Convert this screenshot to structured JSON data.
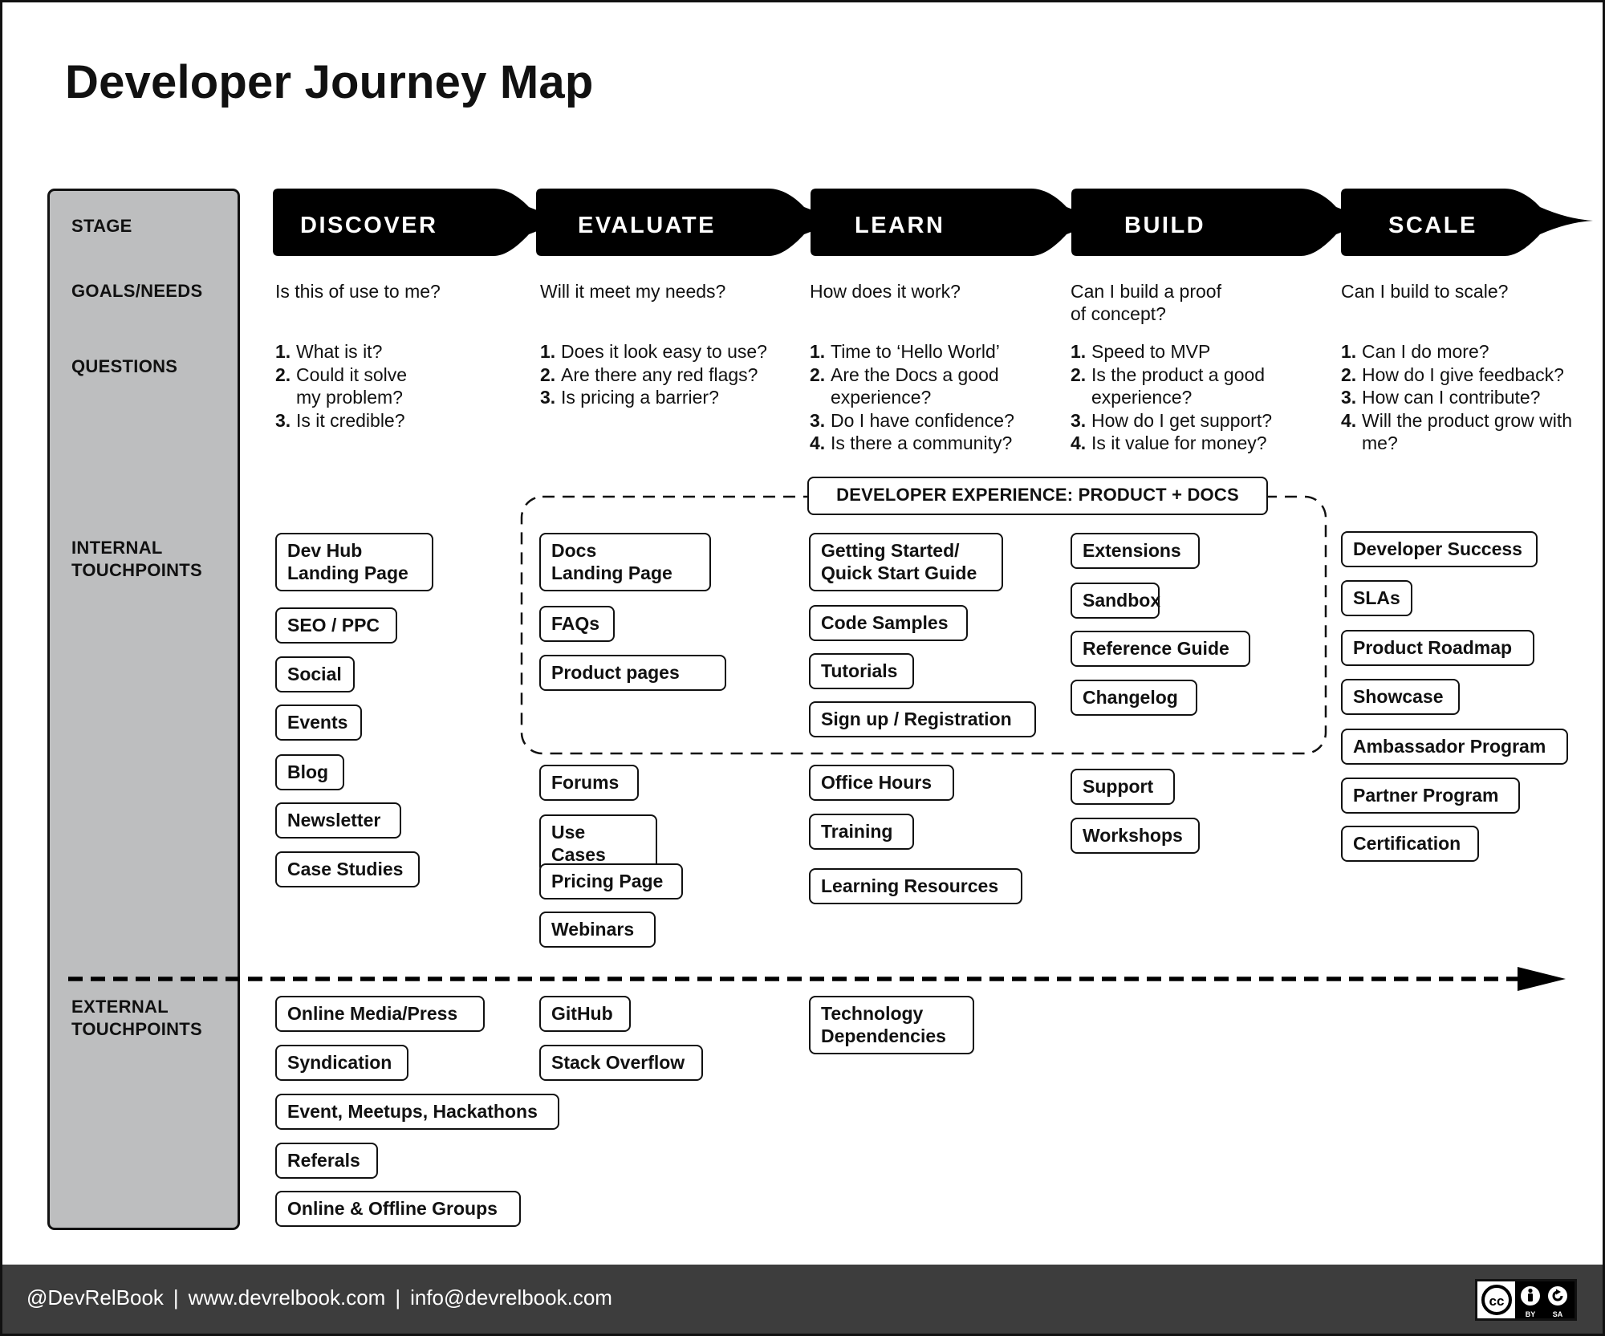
{
  "title": "Developer Journey Map",
  "rows": {
    "stage": "STAGE",
    "goals": "GOALS/NEEDS",
    "questions": "QUESTIONS",
    "internal": "INTERNAL\nTOUCHPOINTS",
    "external": "EXTERNAL\nTOUCHPOINTS"
  },
  "stages": [
    "DISCOVER",
    "EVALUATE",
    "LEARN",
    "BUILD",
    "SCALE"
  ],
  "goals": [
    "Is this of use to me?",
    "Will it meet my needs?",
    "How does it work?",
    "Can I build a proof\nof concept?",
    "Can I build to scale?"
  ],
  "questions": [
    [
      {
        "n": "1.",
        "t": "What is it?"
      },
      {
        "n": "2.",
        "t": "Could it solve my problem?"
      },
      {
        "n": "3.",
        "t": "Is it credible?"
      }
    ],
    [
      {
        "n": "1.",
        "t": "Does it look easy to use?"
      },
      {
        "n": "2.",
        "t": "Are there any red flags?"
      },
      {
        "n": "3.",
        "t": "Is pricing a barrier?"
      }
    ],
    [
      {
        "n": "1.",
        "t": "Time to ‘Hello World’"
      },
      {
        "n": "2.",
        "t": "Are the Docs a good experience?"
      },
      {
        "n": "3.",
        "t": "Do I have confidence?"
      },
      {
        "n": "4.",
        "t": "Is there a community?"
      }
    ],
    [
      {
        "n": "1.",
        "t": "Speed to MVP"
      },
      {
        "n": "2.",
        "t": "Is the product a good experience?"
      },
      {
        "n": "3.",
        "t": "How do I get support?"
      },
      {
        "n": "4.",
        "t": "Is it value for money?"
      }
    ],
    [
      {
        "n": "1.",
        "t": "Can I do more?"
      },
      {
        "n": "2.",
        "t": "How do I give feedback?"
      },
      {
        "n": "3.",
        "t": "How can I contribute?"
      },
      {
        "n": "4.",
        "t": "Will the product grow with me?"
      }
    ]
  ],
  "dx_label": "DEVELOPER EXPERIENCE: PRODUCT + DOCS",
  "internal": [
    [
      "Dev Hub\nLanding Page",
      "SEO / PPC",
      "Social",
      "Events",
      "Blog",
      "Newsletter",
      "Case Studies"
    ],
    [
      "Docs\nLanding Page",
      "FAQs",
      "Product pages",
      "Forums",
      "Use Cases",
      "Pricing Page",
      "Webinars"
    ],
    [
      "Getting Started/\nQuick Start Guide",
      "Code Samples",
      "Tutorials",
      "Sign up / Registration",
      "Office Hours",
      "Training",
      "Learning Resources"
    ],
    [
      "Extensions",
      "Sandbox",
      "Reference Guide",
      "Changelog",
      "Support",
      "Workshops"
    ],
    [
      "Developer Success",
      "SLAs",
      "Product Roadmap",
      "Showcase",
      "Ambassador Program",
      "Partner Program",
      "Certification"
    ]
  ],
  "external": [
    [
      "Online Media/Press",
      "Syndication",
      "Event, Meetups, Hackathons",
      "Referals",
      "Online & Offline Groups"
    ],
    [
      "GitHub",
      "Stack Overflow"
    ],
    [
      "Technology\nDependencies"
    ]
  ],
  "footer": {
    "handle": "@DevRelBook",
    "url": "www.devrelbook.com",
    "email": "info@devrelbook.com",
    "separator": "|"
  },
  "license": {
    "cc": "cc",
    "by": "BY",
    "sa": "SA"
  }
}
